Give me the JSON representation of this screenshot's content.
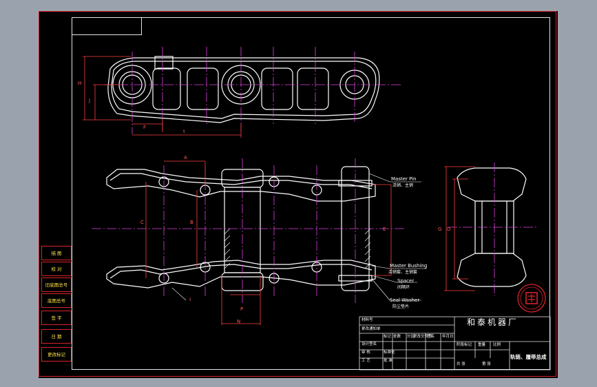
{
  "dimensions": {
    "H": "H",
    "J": "J",
    "F": "F",
    "t": "t",
    "A": "A",
    "C": "C",
    "B": "B",
    "I": "I",
    "P": "P",
    "N": "N",
    "E": "E",
    "G": "G",
    "D": "D"
  },
  "callouts": {
    "master_pin": {
      "en": "Master Pin",
      "cn": "活销、主销"
    },
    "master_bushing": {
      "en": "Master Bushing",
      "cn": "活销套、主销套"
    },
    "spacer": {
      "en": "Spacer",
      "cn": "间隔环"
    },
    "seal_washer": {
      "en": "Seal Washer",
      "cn": "防尘垫片"
    }
  },
  "side_table": [
    "描 图",
    "校 对",
    "旧底图总号",
    "底图总号",
    "签 字",
    "日 期",
    "更改标记"
  ],
  "title_block": {
    "company": "和泰机器厂",
    "drawing_title": "轨链、履带总成",
    "labels": [
      "材料号",
      "更改通知单",
      "设计签名",
      "审 核",
      "标准化",
      "工 艺",
      "批 准",
      "阶段标记",
      "重量",
      "比例",
      "共 张",
      "第 张",
      "标记",
      "处数",
      "分区",
      "更改文件号",
      "签名",
      "年月日"
    ]
  },
  "colors": {
    "background": "#000000",
    "outline": "#ffffff",
    "centerline": "#e040e0",
    "dimension": "#ff4040",
    "frame": "#d8242c",
    "table_text": "#ffe14a"
  },
  "icons": [
    "company-seal-icon"
  ]
}
